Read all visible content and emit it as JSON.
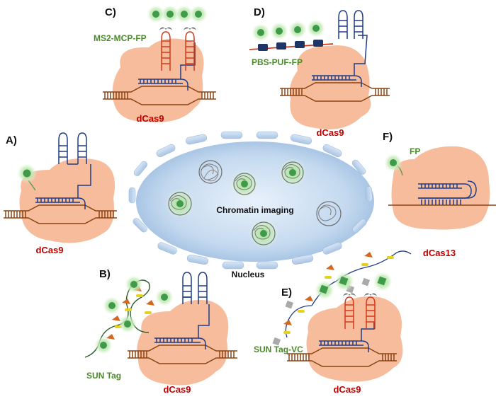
{
  "panels": {
    "A": {
      "letter": "A)",
      "protein": "dCas9"
    },
    "B": {
      "letter": "B)",
      "protein": "dCas9",
      "tag": "SUN Tag"
    },
    "C": {
      "letter": "C)",
      "protein": "dCas9",
      "tag": "MS2-MCP-FP"
    },
    "D": {
      "letter": "D)",
      "protein": "dCas9",
      "tag": "PBS-PUF-FP"
    },
    "E": {
      "letter": "E)",
      "protein": "dCas9",
      "tag": "SUN Tag-VC"
    },
    "F": {
      "letter": "F)",
      "protein": "dCas13",
      "tag": "FP"
    }
  },
  "nucleus": {
    "center_label": "Chromatin imaging",
    "label": "Nucleus"
  },
  "colors": {
    "protein": "#f6bc9c",
    "dna": "#8b4513",
    "rna": "#1f3c88",
    "hairpin_red": "#d43a1a",
    "fp_green": "#3f9b4a",
    "glow": "#b6e3a6",
    "pumilio": "#1f3566",
    "label_red": "#c00000",
    "label_green": "#4b8a2c"
  }
}
